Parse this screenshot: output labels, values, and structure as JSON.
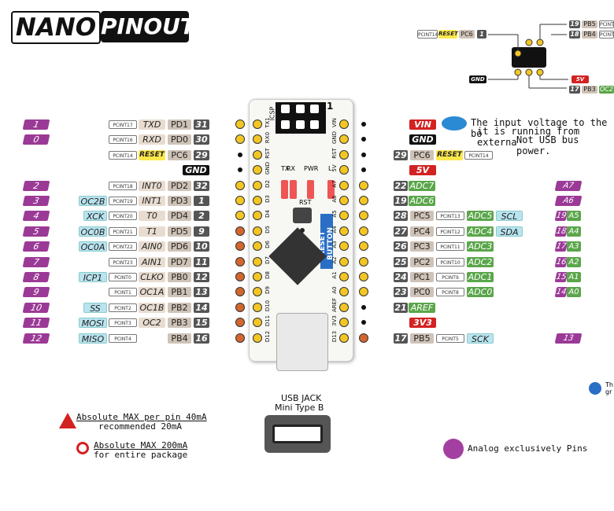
{
  "title": {
    "left": "NANO",
    "right": "PINOUT"
  },
  "board": {
    "icsp": "ICSP",
    "icsp_num": "1",
    "leds": [
      "TX",
      "RX",
      "PWR",
      "L"
    ],
    "rst": "RST",
    "reset_button": "RESET BUTTON",
    "left_pins": [
      "TX1",
      "RX0",
      "RST",
      "GND",
      "D2",
      "D3",
      "D4",
      "D5",
      "D6",
      "D7",
      "D8",
      "D9",
      "D10",
      "D11",
      "D12"
    ],
    "right_pins": [
      "VIN",
      "GND",
      "RST",
      "5V",
      "A7",
      "A6",
      "A5",
      "A4",
      "A3",
      "A2",
      "A1",
      "A0",
      "AREF",
      "3V3",
      "D13"
    ]
  },
  "left_rows": [
    {
      "num": "1",
      "pcint": "PCINT17",
      "func": "TXD",
      "port": "PD1",
      "idx": "31"
    },
    {
      "num": "0",
      "pcint": "PCINT16",
      "func": "RXD",
      "port": "PD0",
      "idx": "30"
    },
    {
      "pcint": "PCINT14",
      "reset": "RESET",
      "port": "PC6",
      "idx": "29"
    },
    {
      "gnd": "GND"
    },
    {
      "num": "2",
      "pcint": "PCINT18",
      "func": "INT0",
      "port": "PD2",
      "idx": "32"
    },
    {
      "num": "3",
      "extra": "OC2B",
      "pcint": "PCINT19",
      "func": "INT1",
      "port": "PD3",
      "idx": "1"
    },
    {
      "num": "4",
      "extra": "XCK",
      "pcint": "PCINT20",
      "func": "T0",
      "port": "PD4",
      "idx": "2"
    },
    {
      "num": "5",
      "extra": "OC0B",
      "pcint": "PCINT21",
      "func": "T1",
      "port": "PD5",
      "idx": "9"
    },
    {
      "num": "6",
      "extra": "OC0A",
      "pcint": "PCINT22",
      "func": "AIN0",
      "port": "PD6",
      "idx": "10"
    },
    {
      "num": "7",
      "pcint": "PCINT23",
      "func": "AIN1",
      "port": "PD7",
      "idx": "11"
    },
    {
      "num": "8",
      "extra": "ICP1",
      "pcint": "PCINT0",
      "func": "CLKO",
      "port": "PB0",
      "idx": "12"
    },
    {
      "num": "9",
      "pcint": "PCINT1",
      "func": "OC1A",
      "port": "PB1",
      "idx": "13"
    },
    {
      "num": "10",
      "extra": "SS",
      "pcint": "PCINT2",
      "func": "OC1B",
      "port": "PB2",
      "idx": "14"
    },
    {
      "num": "11",
      "extra": "MOSI",
      "pcint": "PCINT3",
      "func": "OC2",
      "port": "PB3",
      "idx": "15"
    },
    {
      "num": "12",
      "extra": "MISO",
      "pcint": "PCINT4",
      "port": "PB4",
      "idx": "16"
    }
  ],
  "right_rows": [
    {
      "power": "VIN"
    },
    {
      "gnd": "GND"
    },
    {
      "idx": "29",
      "port": "PC6",
      "reset": "RESET",
      "pcint": "PCINT14"
    },
    {
      "power": "5V"
    },
    {
      "idx": "22",
      "adc": "ADC7",
      "side_num": "A7"
    },
    {
      "idx": "19",
      "adc": "ADC6",
      "side_num": "A6"
    },
    {
      "idx": "28",
      "port": "PC5",
      "pcint": "PCINT13",
      "adc": "ADC5",
      "func": "SCL",
      "side_num": "19",
      "side_a": "A5"
    },
    {
      "idx": "27",
      "port": "PC4",
      "pcint": "PCINT12",
      "adc": "ADC4",
      "func": "SDA",
      "side_num": "18",
      "side_a": "A4"
    },
    {
      "idx": "26",
      "port": "PC3",
      "pcint": "PCINT11",
      "adc": "ADC3",
      "side_num": "17",
      "side_a": "A3"
    },
    {
      "idx": "25",
      "port": "PC2",
      "pcint": "PCINT10",
      "adc": "ADC2",
      "side_num": "16",
      "side_a": "A2"
    },
    {
      "idx": "24",
      "port": "PC1",
      "pcint": "PCINT9",
      "adc": "ADC1",
      "side_num": "15",
      "side_a": "A1"
    },
    {
      "idx": "23",
      "port": "PC0",
      "pcint": "PCINT8",
      "adc": "ADC0",
      "side_num": "14",
      "side_a": "A0"
    },
    {
      "idx": "21",
      "adc": "AREF"
    },
    {
      "power": "3V3"
    },
    {
      "idx": "17",
      "port": "PB5",
      "pcint": "PCINT5",
      "func": "SCK",
      "side_num": "13"
    }
  ],
  "icsp_header": {
    "top_left": {
      "pcint": "PCINT14",
      "reset": "RESET",
      "port": "PC6",
      "idx": "1"
    },
    "top_right_1": {
      "idx": "19",
      "port": "PB5",
      "pcint": "PCINT"
    },
    "top_right_2": {
      "idx": "18",
      "port": "PB4",
      "pcint": "PCINT"
    },
    "bottom_left": "GND",
    "bottom_right_power": "5V",
    "bottom_right": {
      "idx": "17",
      "port": "PB3",
      "func": "OC2"
    }
  },
  "notes": {
    "vin_line1": "The input voltage to the bo",
    "vin_line2": "it is running from externa",
    "vin_line3": "Not USB bus power.",
    "max_pin_1": "Absolute MAX per pin 40mA",
    "max_pin_2": "recommended 20mA",
    "max_pkg_1": "Absolute MAX 200mA",
    "max_pkg_2": "for entire package",
    "usb_1": "USB JACK",
    "usb_2": "Mini Type B",
    "analog": "Analog exclusively Pins",
    "side_note_1": "Th",
    "side_note_2": "gr"
  }
}
